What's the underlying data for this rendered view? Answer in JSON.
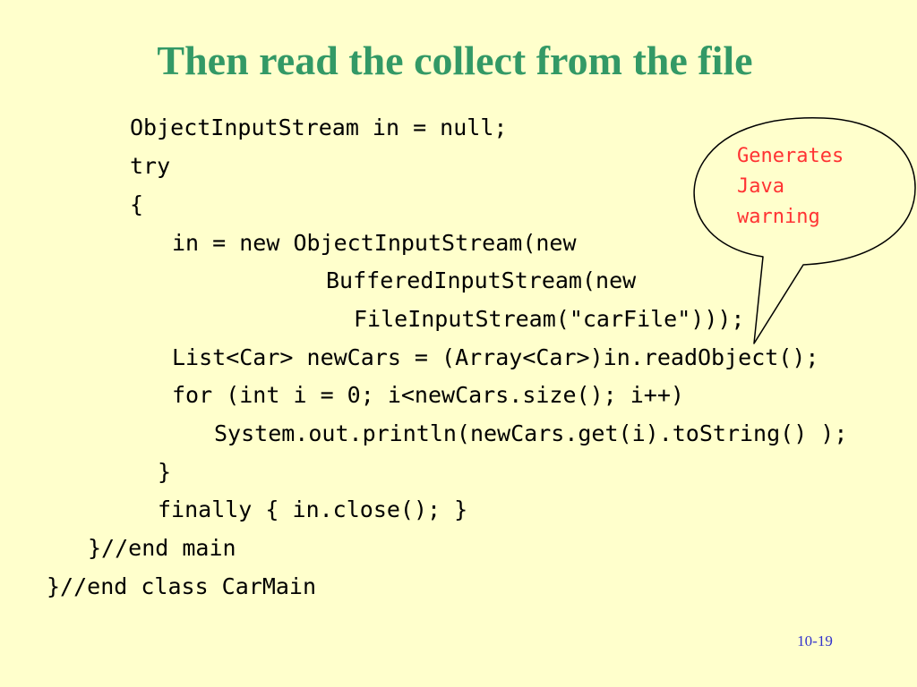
{
  "slide": {
    "title": "Then read the collect from the file",
    "code_lines": [
      "ObjectInputStream in = null;",
      "try",
      "{",
      "in = new ObjectInputStream(new",
      "BufferedInputStream(new",
      "FileInputStream(\"carFile\")));",
      "List<Car> newCars = (Array<Car>)in.readObject();",
      "for (int i = 0; i<newCars.size(); i++)",
      "System.out.println(newCars.get(i).toString() );",
      "}",
      "finally { in.close(); }",
      "}//end main",
      "}//end class CarMain"
    ],
    "callout": {
      "lines": [
        "Generates",
        "Java",
        "warning"
      ],
      "text_color": "#ff3333"
    },
    "slide_number": "10-19",
    "colors": {
      "background": "#ffffcc",
      "title": "#339966",
      "slide_number": "#3333cc"
    }
  }
}
